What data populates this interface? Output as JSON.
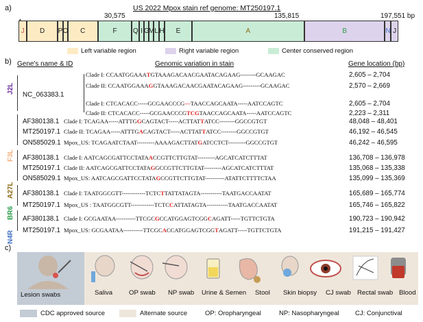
{
  "panel_a": {
    "label": "a)",
    "title": "US 2022 Mpox stain ref genome: MT250197.1",
    "coords": {
      "start": "1",
      "c1": "30,575",
      "c2": "135,815",
      "end": "197,551 bp"
    },
    "segments": [
      {
        "id": "J",
        "color": "#fdebc4",
        "text_color": "#c0504d"
      },
      {
        "id": "D",
        "color": "#fdebc4",
        "text_color": "#222"
      },
      {
        "id": "P",
        "color": "#fdebc4",
        "text_color": "#222"
      },
      {
        "id": "O",
        "color": "#fdebc4",
        "text_color": "#222"
      },
      {
        "id": "C",
        "color": "#fdebc4",
        "text_color": "#222"
      },
      {
        "id": "F",
        "color": "#c9ecd6",
        "text_color": "#222"
      },
      {
        "id": "Q",
        "color": "#c9ecd6",
        "text_color": "#222"
      },
      {
        "id": "I",
        "color": "#c9ecd6",
        "text_color": "#222"
      },
      {
        "id": "G",
        "color": "#c9ecd6",
        "text_color": "#222"
      },
      {
        "id": "M",
        "color": "#c9ecd6",
        "text_color": "#222"
      },
      {
        "id": "L",
        "color": "#c9ecd6",
        "text_color": "#222"
      },
      {
        "id": "H",
        "color": "#c9ecd6",
        "text_color": "#222"
      },
      {
        "id": "E",
        "color": "#c9ecd6",
        "text_color": "#222"
      },
      {
        "id": "A",
        "color": "#c9ecd6",
        "text_color": "#8a6d1a"
      },
      {
        "id": "B",
        "color": "#ddd3ec",
        "text_color": "#2e9c4a"
      },
      {
        "id": "N",
        "color": "#ddd3ec",
        "text_color": "#4472c4"
      },
      {
        "id": "J2",
        "label": "J",
        "color": "#ddd3ec",
        "text_color": "#222"
      }
    ],
    "legend": [
      {
        "label": "Left variable region",
        "color": "#fdebc4"
      },
      {
        "label": "Right variable region",
        "color": "#ddd3ec"
      },
      {
        "label": "Center conserved region",
        "color": "#c9ecd6"
      }
    ]
  },
  "panel_b": {
    "label": "b)",
    "headers": {
      "gene": "Gene's name & ID",
      "variation": "Genomic variation in stain",
      "location": "Gene location (bp)"
    },
    "genes": [
      {
        "name": "J2L",
        "color": "#7030a0"
      },
      {
        "name": "F3L",
        "color": "#f4b183"
      },
      {
        "name": "A27L",
        "color": "#8b6914"
      },
      {
        "name": "BR6",
        "color": "#2e9c4a"
      },
      {
        "name": "N4R",
        "color": "#4472c4"
      }
    ],
    "accessions": {
      "nc": "NC_063383.1",
      "af": "AF380138.1",
      "mt": "MT250197.1",
      "on": "ON585029.1"
    },
    "rows": [
      {
        "pre": "Clade I: CCAATGGAAA",
        "r": "T",
        "post": "GTAAAGACAACGAATACAGAAG--------GCAAGAC",
        "loc": "2,605 – 2,704"
      },
      {
        "pre": "Clade II: CCAATGGAAA",
        "r": "G",
        "post": "GTAAAGACAACGAATACAGAAG---------GCAAGAC",
        "loc": "2,570 – 2,669"
      },
      {
        "pre": "Clade I: CTCACACC-----GCGAACCCG",
        "r": "---",
        "post": "TAACCAGCAATA-----AATCCAGTC",
        "loc": "2,605 – 2,704"
      },
      {
        "pre": "Clade II: CTCACACC-----GCGAACCCG",
        "r": "TCG",
        "post": "TAACCAGCAATA-----AATCCAGTC",
        "loc": "2,223 – 2,311"
      },
      {
        "pre": "Clade I: TCAGAA-----ATTTG",
        "r": "G",
        "post": "CAGTACT-----ACTTAT",
        "r2": "T",
        "post2": "ATCC--------GGCCGTGT",
        "loc": "48,048 – 48,401"
      },
      {
        "pre": "Clade II: TCAGAA-----ATTTG",
        "r": "A",
        "post": "CAGTACT-----ACTTAT",
        "r2": "T",
        "post2": "ATCC--------GGCCGTGT",
        "loc": "46,192 – 46,545"
      },
      {
        "pre": "Mpox_US: TCAGAATCTAAT---------AAAAGACTTAT",
        "r": "G",
        "post": "ATCCTCT---------GGCCGTGT",
        "loc": "46,242 – 46,595"
      },
      {
        "pre": "Clade I: AATCAGCGATTCCTATA",
        "r": "A",
        "post": "CCGTTCTTGTAT---------AGCATCATCTTTAT",
        "loc": "136,708 – 136,978"
      },
      {
        "pre": "Clade II: AATCAGCGATTCCTATA",
        "r": "G",
        "post": "GCCGTTCTTGTAT---------AGCATCATCTTTAT",
        "loc": "135,068 – 135,338"
      },
      {
        "pre": "Mpox_US: AATCAGCGATTCCTATA",
        "r": "G",
        "post": "CCGTTCTTGTAT----------ATATTCTTTTCTAA",
        "loc": "135,099 – 135,369"
      },
      {
        "pre": "Clade I: TAATGGCGTT------------TCTC",
        "r": "T",
        "post": "TATTATAGTA-----------TAATGACCAATAT",
        "loc": "165,689 – 165,774"
      },
      {
        "pre": "Mpox_US : TAATGGCGTT------------TCTC",
        "r": "C",
        "post": "ATTATAGTA-----------TAATGACCAATAT",
        "loc": "165,746 – 165,822"
      },
      {
        "pre": "Clade I: GCGAATAA----------TTCGC",
        "r": "G",
        "post": "CCATGGAGTCGG",
        "r2": "C",
        "post2": "AGATT-----TGTTCTGTA",
        "loc": "190,723 – 190,942"
      },
      {
        "pre": "Mpox_US: GCGAATAA----------TTCGC",
        "r": "A",
        "post": "CCATGGAGTCGG",
        "r2": "T",
        "post2": "AGATT-----TGTTCTGTA",
        "loc": "191,215 – 191,427"
      }
    ]
  },
  "panel_c": {
    "label": "c)",
    "sources": [
      {
        "label": "Lesion swabs",
        "cdc": true
      },
      {
        "label": "Saliva"
      },
      {
        "label": "OP swab"
      },
      {
        "label": "NP swab"
      },
      {
        "label": "Urine & Semen"
      },
      {
        "label": "Stool"
      },
      {
        "label": "Skin biopsy"
      },
      {
        "label": "CJ  swab"
      },
      {
        "label": "Rectal swab"
      },
      {
        "label": "Blood"
      }
    ],
    "legend": {
      "cdc": "CDC approved source",
      "alt": "Alternate source",
      "op": "OP: Oropharyngeal",
      "np": "NP: Nasopharyngeal",
      "cj": "CJ: Conjunctival"
    },
    "colors": {
      "cdc": "#c3cbd5",
      "alt": "#efe6db"
    }
  }
}
